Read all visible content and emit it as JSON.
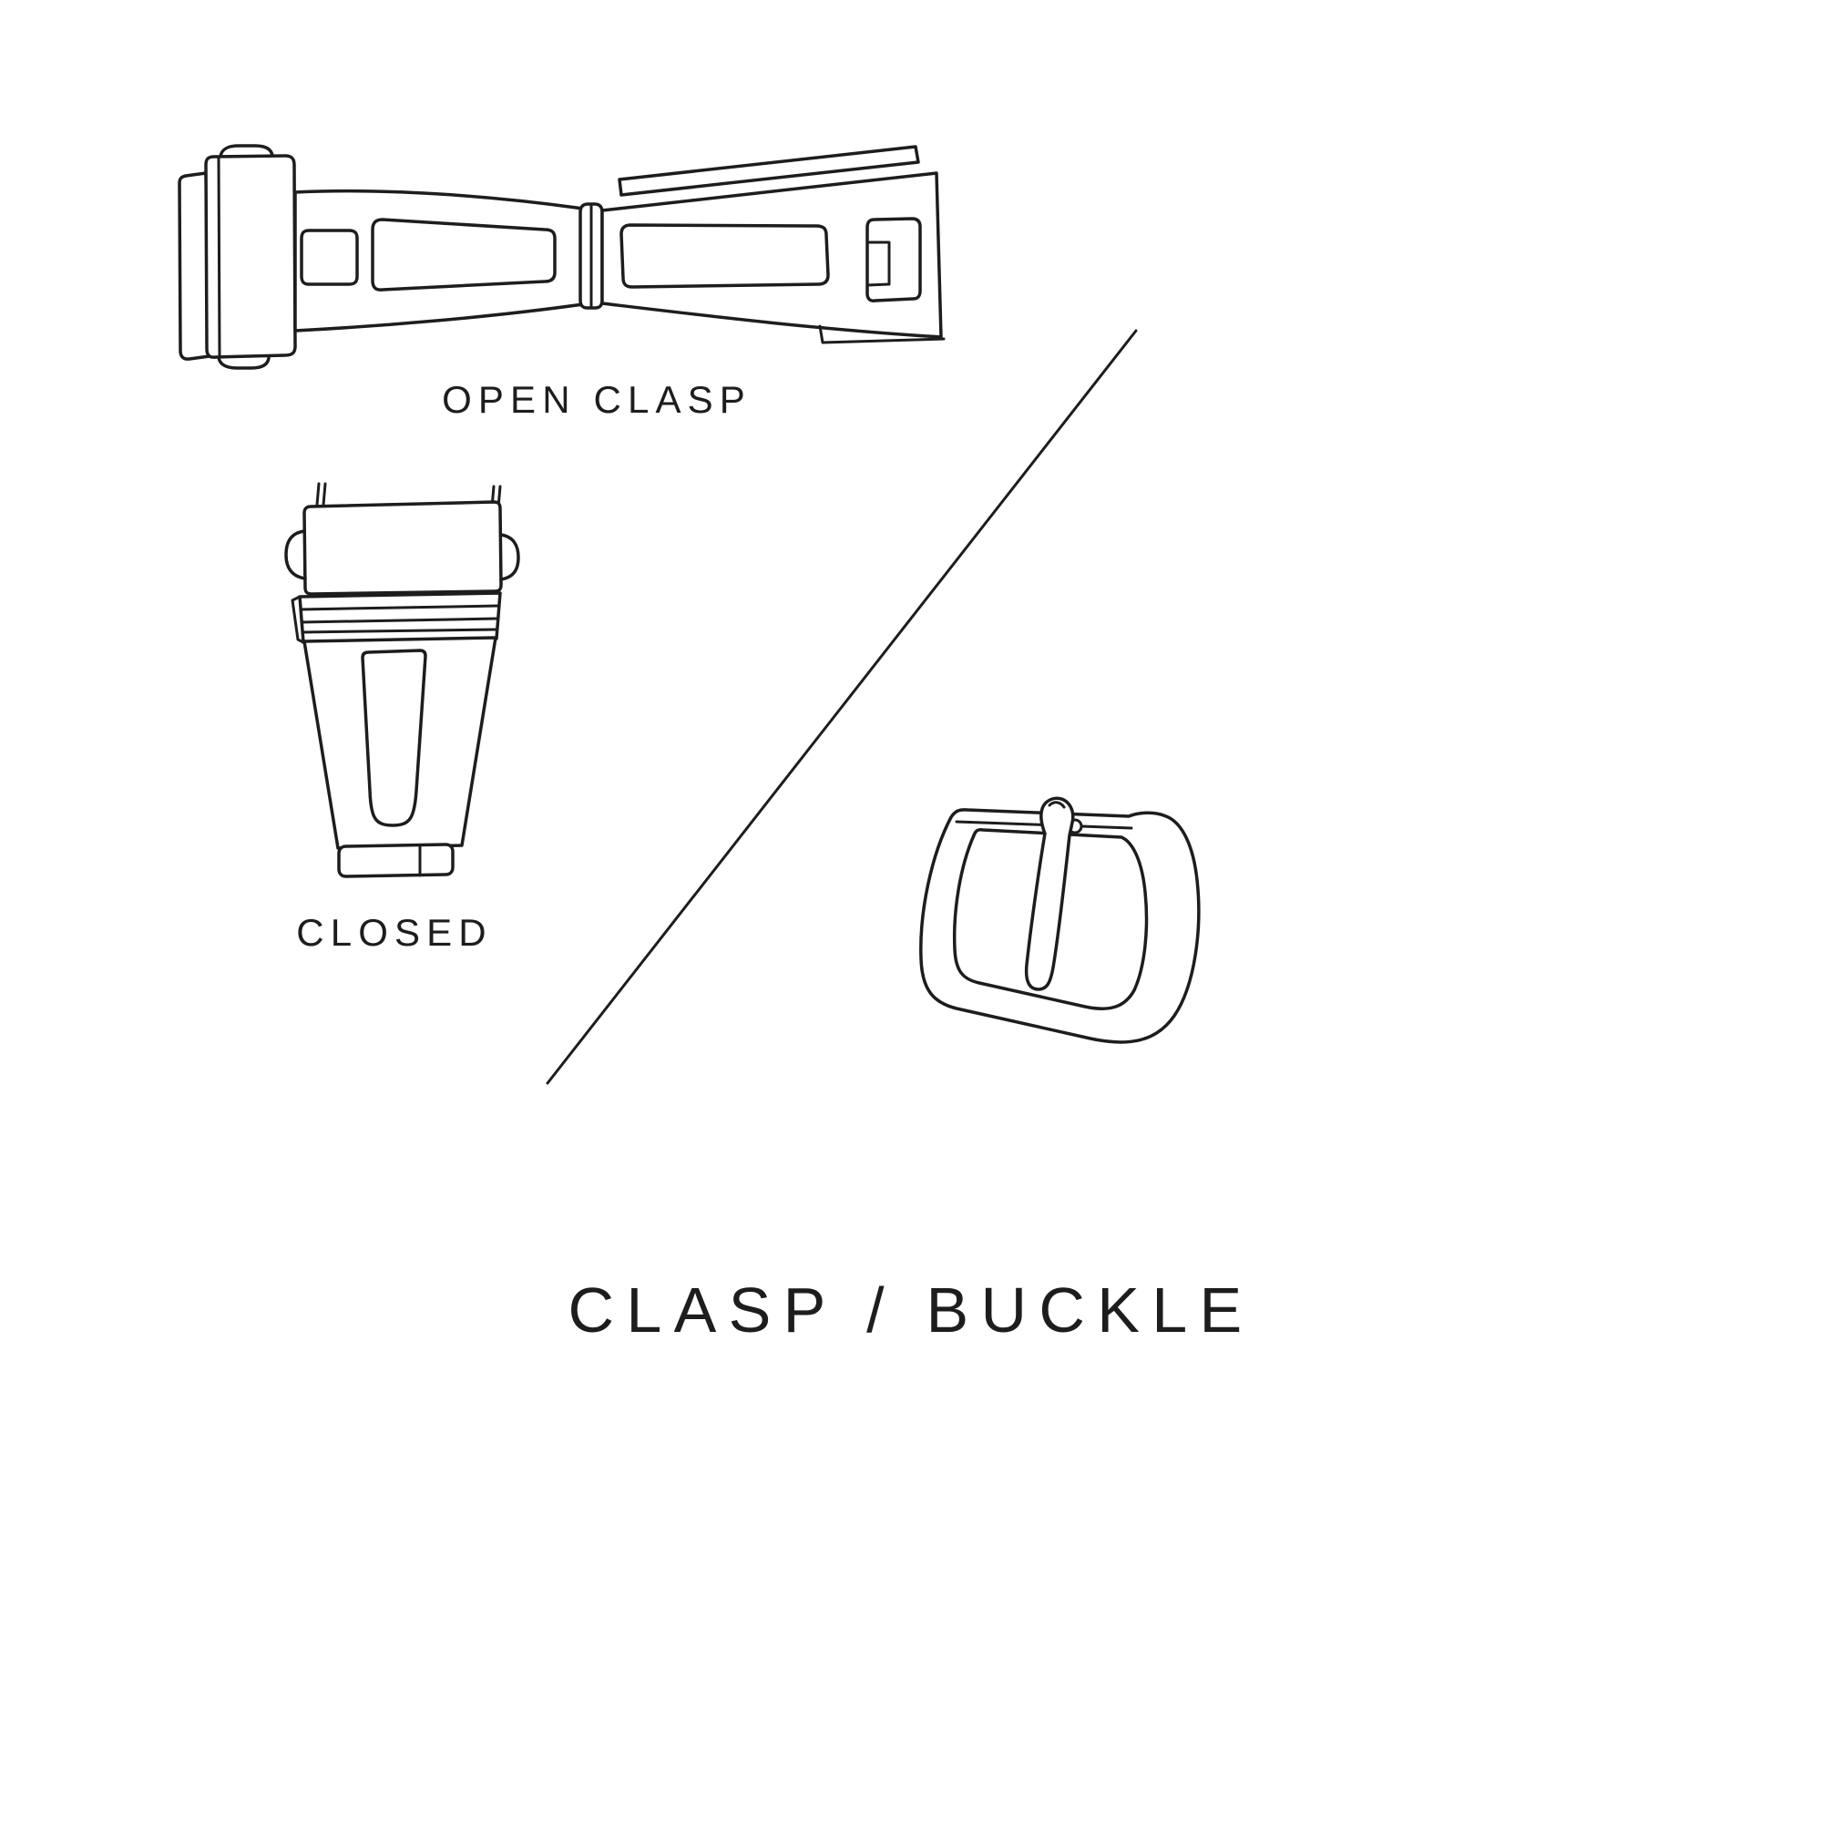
{
  "page": {
    "background": "#ffffff",
    "ink": "#1d1d1d"
  },
  "labels": {
    "open_clasp": "OPEN CLASP",
    "closed": "CLOSED",
    "title": "CLASP / BUCKLE"
  },
  "illustrations": [
    {
      "name": "open-clasp-illustration",
      "caption": "OPEN CLASP"
    },
    {
      "name": "closed-clasp-illustration",
      "caption": "CLOSED"
    },
    {
      "name": "tang-buckle-illustration",
      "caption": ""
    },
    {
      "name": "diagonal-divider-line",
      "caption": ""
    }
  ]
}
